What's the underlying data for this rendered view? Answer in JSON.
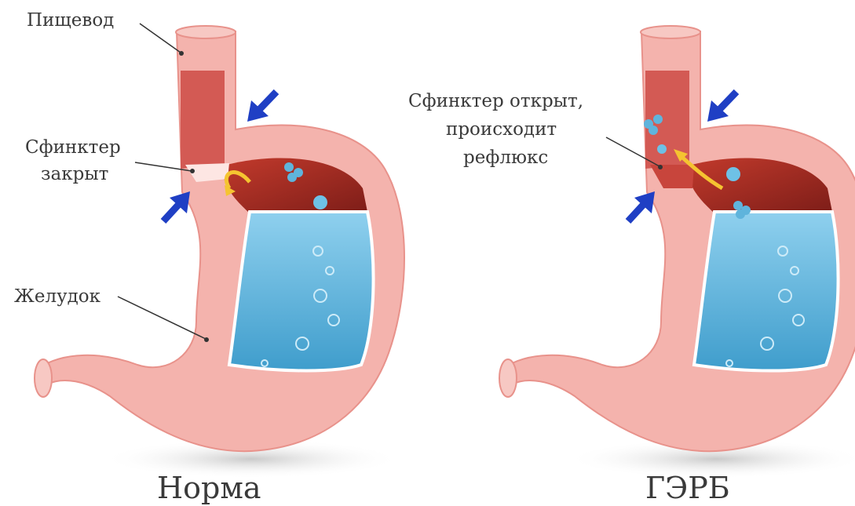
{
  "normal": {
    "caption": "Норма",
    "labels": {
      "esophagus": "Пищевод",
      "sphincter_line1": "Сфинктер",
      "sphincter_line2": "закрыт",
      "stomach": "Желудок"
    }
  },
  "gerd": {
    "caption": "ГЭРБ",
    "labels": {
      "line1": "Сфинктер открыт,",
      "line2": "происходит",
      "line3": "рефлюкс"
    }
  },
  "colors": {
    "tissue": "#f4b3ad",
    "tissue_dark": "#e8928b",
    "cavity": "#9e2a22",
    "acid": "#5fb4dc",
    "arrow_blue": "#1f3fc4",
    "arrow_yellow": "#f5c431"
  }
}
